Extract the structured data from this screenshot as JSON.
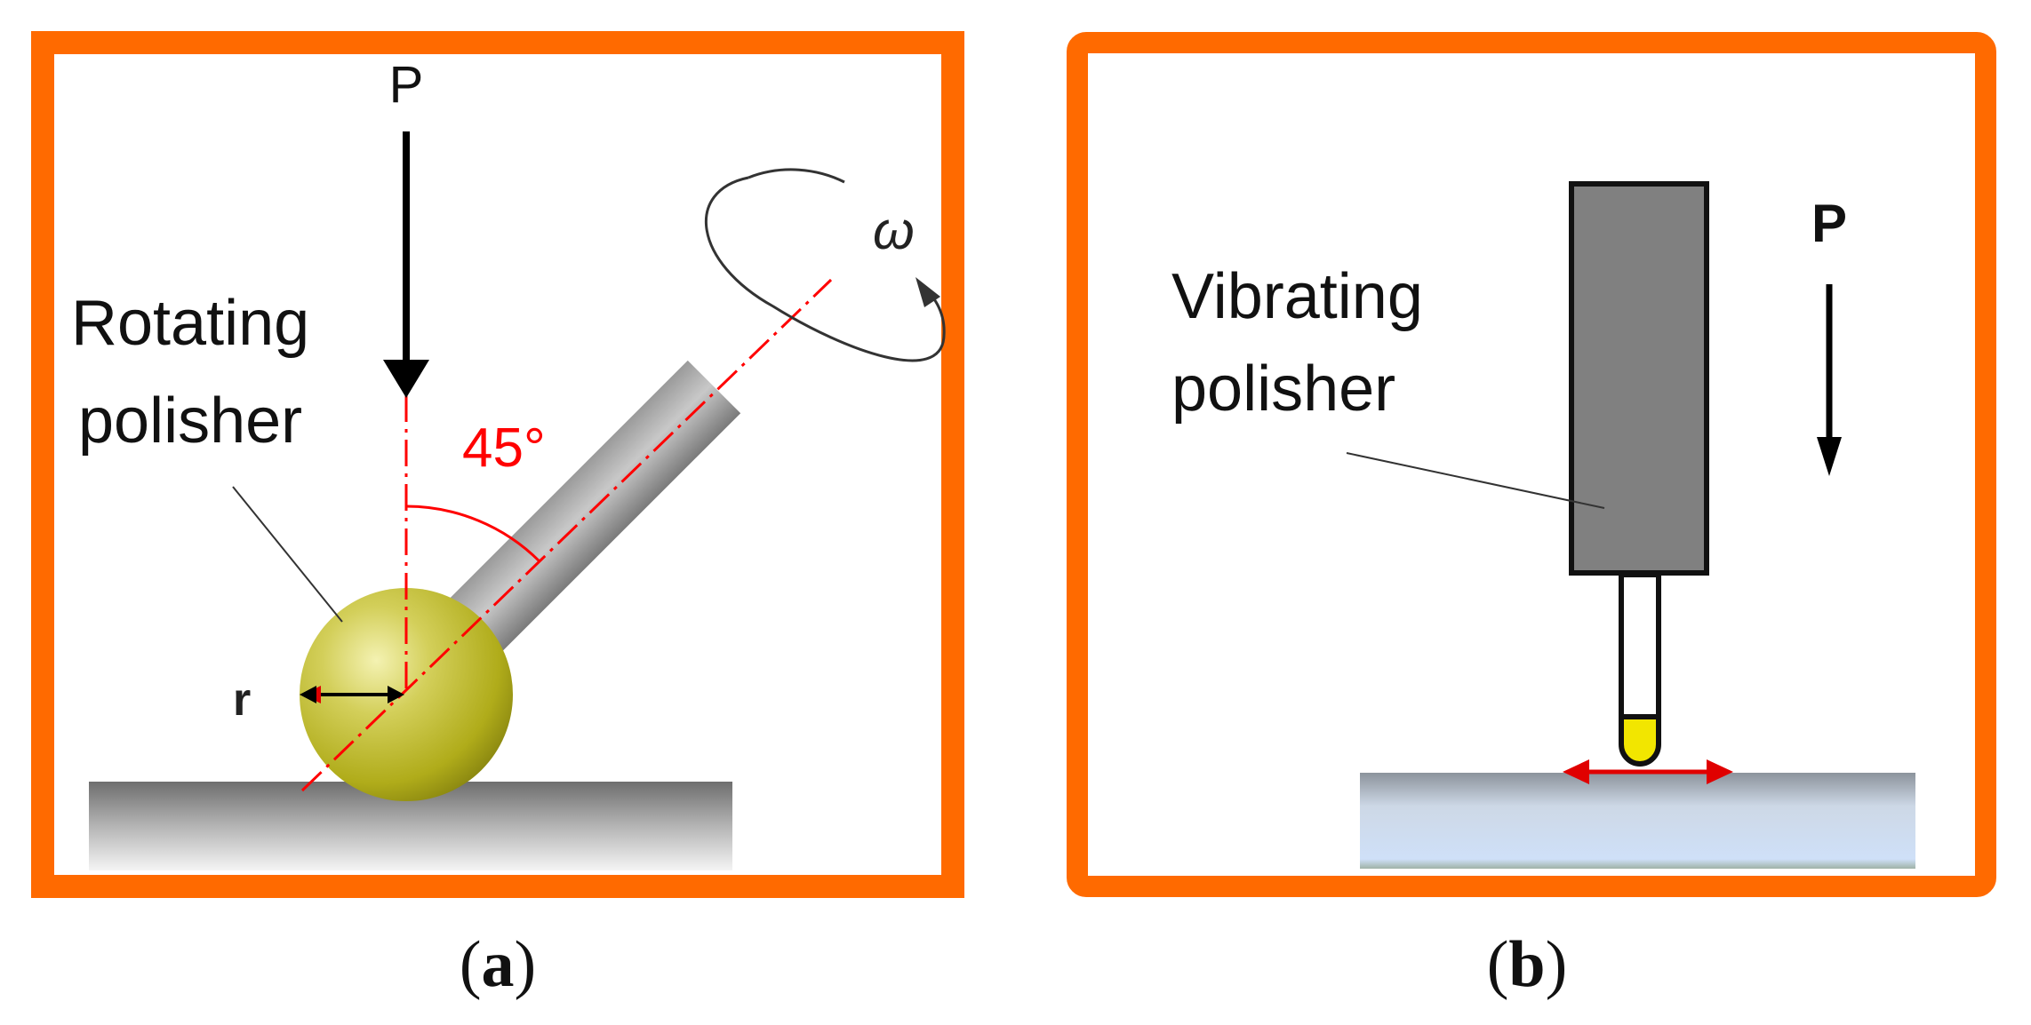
{
  "panel_a": {
    "force_label": "P",
    "angle_label": "45°",
    "omega_label": "ω",
    "radius_label": "r",
    "polisher_label_line1": "Rotating",
    "polisher_label_line2": "polisher",
    "caption": {
      "open": "(",
      "letter": "a",
      "close": ")"
    }
  },
  "panel_b": {
    "force_label": "P",
    "polisher_label_line1": "Vibrating",
    "polisher_label_line2": "polisher",
    "caption": {
      "open": "(",
      "letter": "b",
      "close": ")"
    }
  },
  "colors": {
    "frame": "#ff6a00",
    "axis": "#ff0000",
    "ball": "#b9b51c",
    "tip": "#f2e600",
    "body": "#808080"
  }
}
